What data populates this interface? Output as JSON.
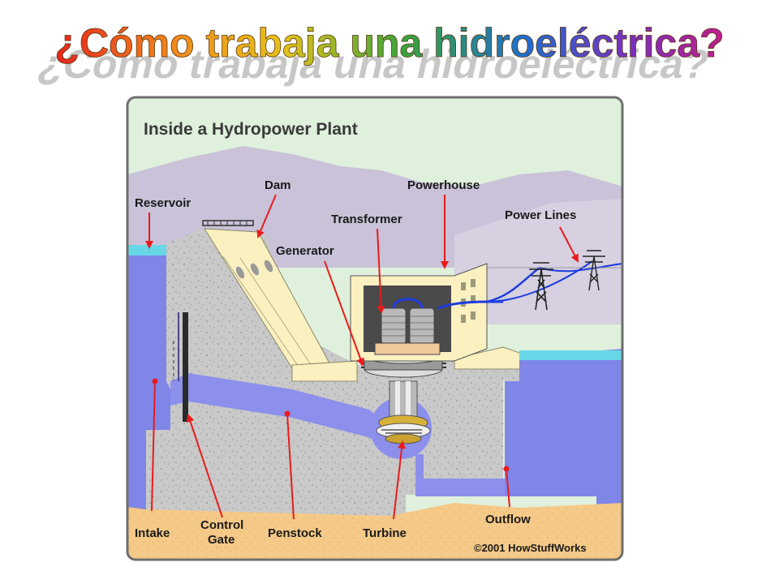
{
  "slide": {
    "title": "¿Cómo trabaja una hidroeléctrica?",
    "title_colors": [
      "#e8231e",
      "#f08a1c",
      "#e6c21a",
      "#3aa53a",
      "#1e6fd0",
      "#7a2fc0",
      "#c01e8a"
    ]
  },
  "diagram": {
    "heading": "Inside a Hydropower Plant",
    "copyright": "©2001 HowStuffWorks",
    "labels": {
      "reservoir": "Reservoir",
      "dam": "Dam",
      "powerhouse": "Powerhouse",
      "transformer": "Transformer",
      "power_lines": "Power Lines",
      "generator": "Generator",
      "intake": "Intake",
      "control_gate_line1": "Control",
      "control_gate_line2": "Gate",
      "penstock": "Penstock",
      "turbine": "Turbine",
      "outflow": "Outflow"
    },
    "colors": {
      "sky": "#dff0dc",
      "mountain": "#c9c2d8",
      "water": "#7f86e8",
      "water_surface": "#67d6e6",
      "concrete": "#c9c9c9",
      "ground": "#f5c987",
      "dam_face": "#fbf0c0",
      "arrow": "#e81c1c",
      "border": "#6e6e6e"
    }
  }
}
